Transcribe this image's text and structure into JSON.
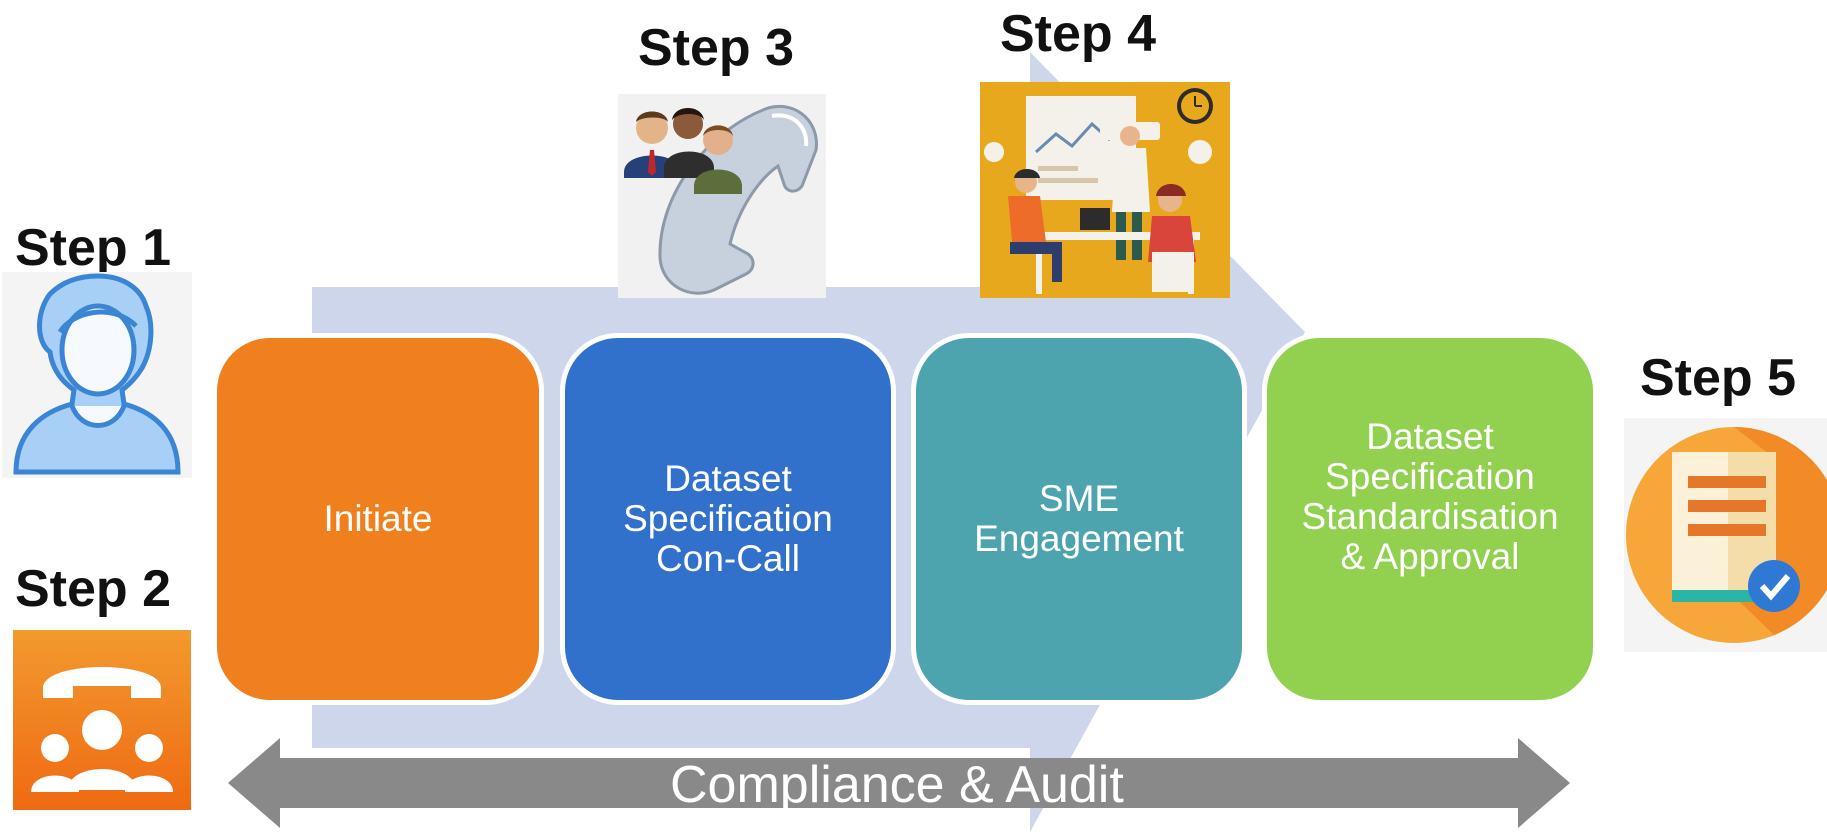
{
  "steps": [
    {
      "label": "Step 1",
      "icon": "person-icon"
    },
    {
      "label": "Step 2",
      "icon": "conference-call-icon"
    },
    {
      "label": "Step 3",
      "icon": "telephone-team-icon"
    },
    {
      "label": "Step 4",
      "icon": "team-meeting-icon"
    },
    {
      "label": "Step 5",
      "icon": "approved-document-icon"
    }
  ],
  "process": [
    {
      "lines": [
        "Initiate"
      ],
      "color": "#F07F1D"
    },
    {
      "lines": [
        "Dataset",
        "Specification",
        "Con-Call"
      ],
      "color": "#3170CB"
    },
    {
      "lines": [
        "SME",
        "Engagement"
      ],
      "color": "#4DA4AF"
    },
    {
      "lines": [
        "Dataset",
        "Specification",
        "Standardisation",
        "& Approval"
      ],
      "color": "#92D050"
    }
  ],
  "banner": {
    "label": "Compliance & Audit",
    "color": "#898989"
  },
  "colors": {
    "arrow_bg": "#CED6EC"
  }
}
